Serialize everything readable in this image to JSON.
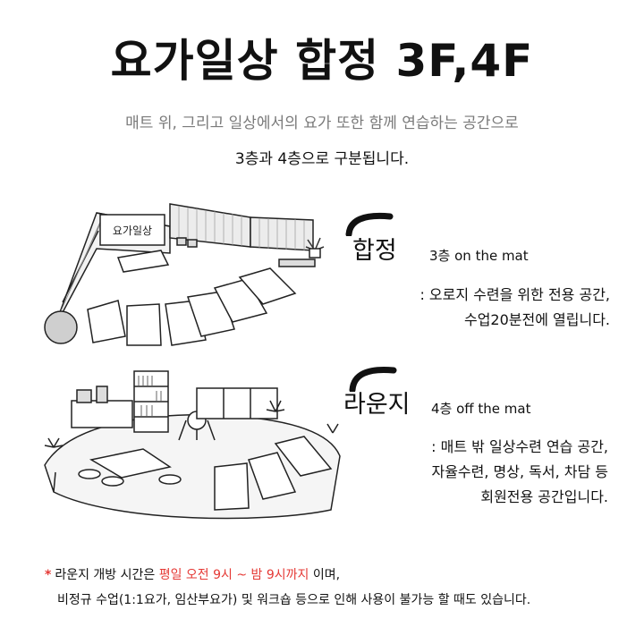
{
  "title": "요가일상 합정 3F,4F",
  "subtitle_line1": "매트 위, 그리고 일상에서의 요가 또한 함께 연습하는 공간으로",
  "subtitle_line2": "3층과 4층으로 구분됩니다.",
  "sign_text": "요가일상",
  "sections": [
    {
      "name": "합정",
      "floor_label": "3층 on the mat",
      "desc_line1": ": 오로지 수련을 위한 전용 공간,",
      "desc_line2": "수업20분전에 열립니다."
    },
    {
      "name": "라운지",
      "floor_label": "4층 off the mat",
      "desc_line1": ": 매트 밖 일상수련 연습 공간,",
      "desc_line2": "자율수련, 명상, 독서, 차담 등",
      "desc_line3": "회원전용 공간입니다."
    }
  ],
  "footer": {
    "asterisk": "*",
    "line1_pre": "라운지 개방 시간은 ",
    "line1_highlight": "평일 오전 9시 ~ 밤 9시까지",
    "line1_post": " 이며,",
    "line2": "비정규 수업(1:1요가, 임산부요가) 및 워크숍 등으로 인해 사용이 불가능 할 때도 있습니다."
  },
  "colors": {
    "highlight": "#e53935",
    "subtitle_gray": "#7a7a7a"
  }
}
